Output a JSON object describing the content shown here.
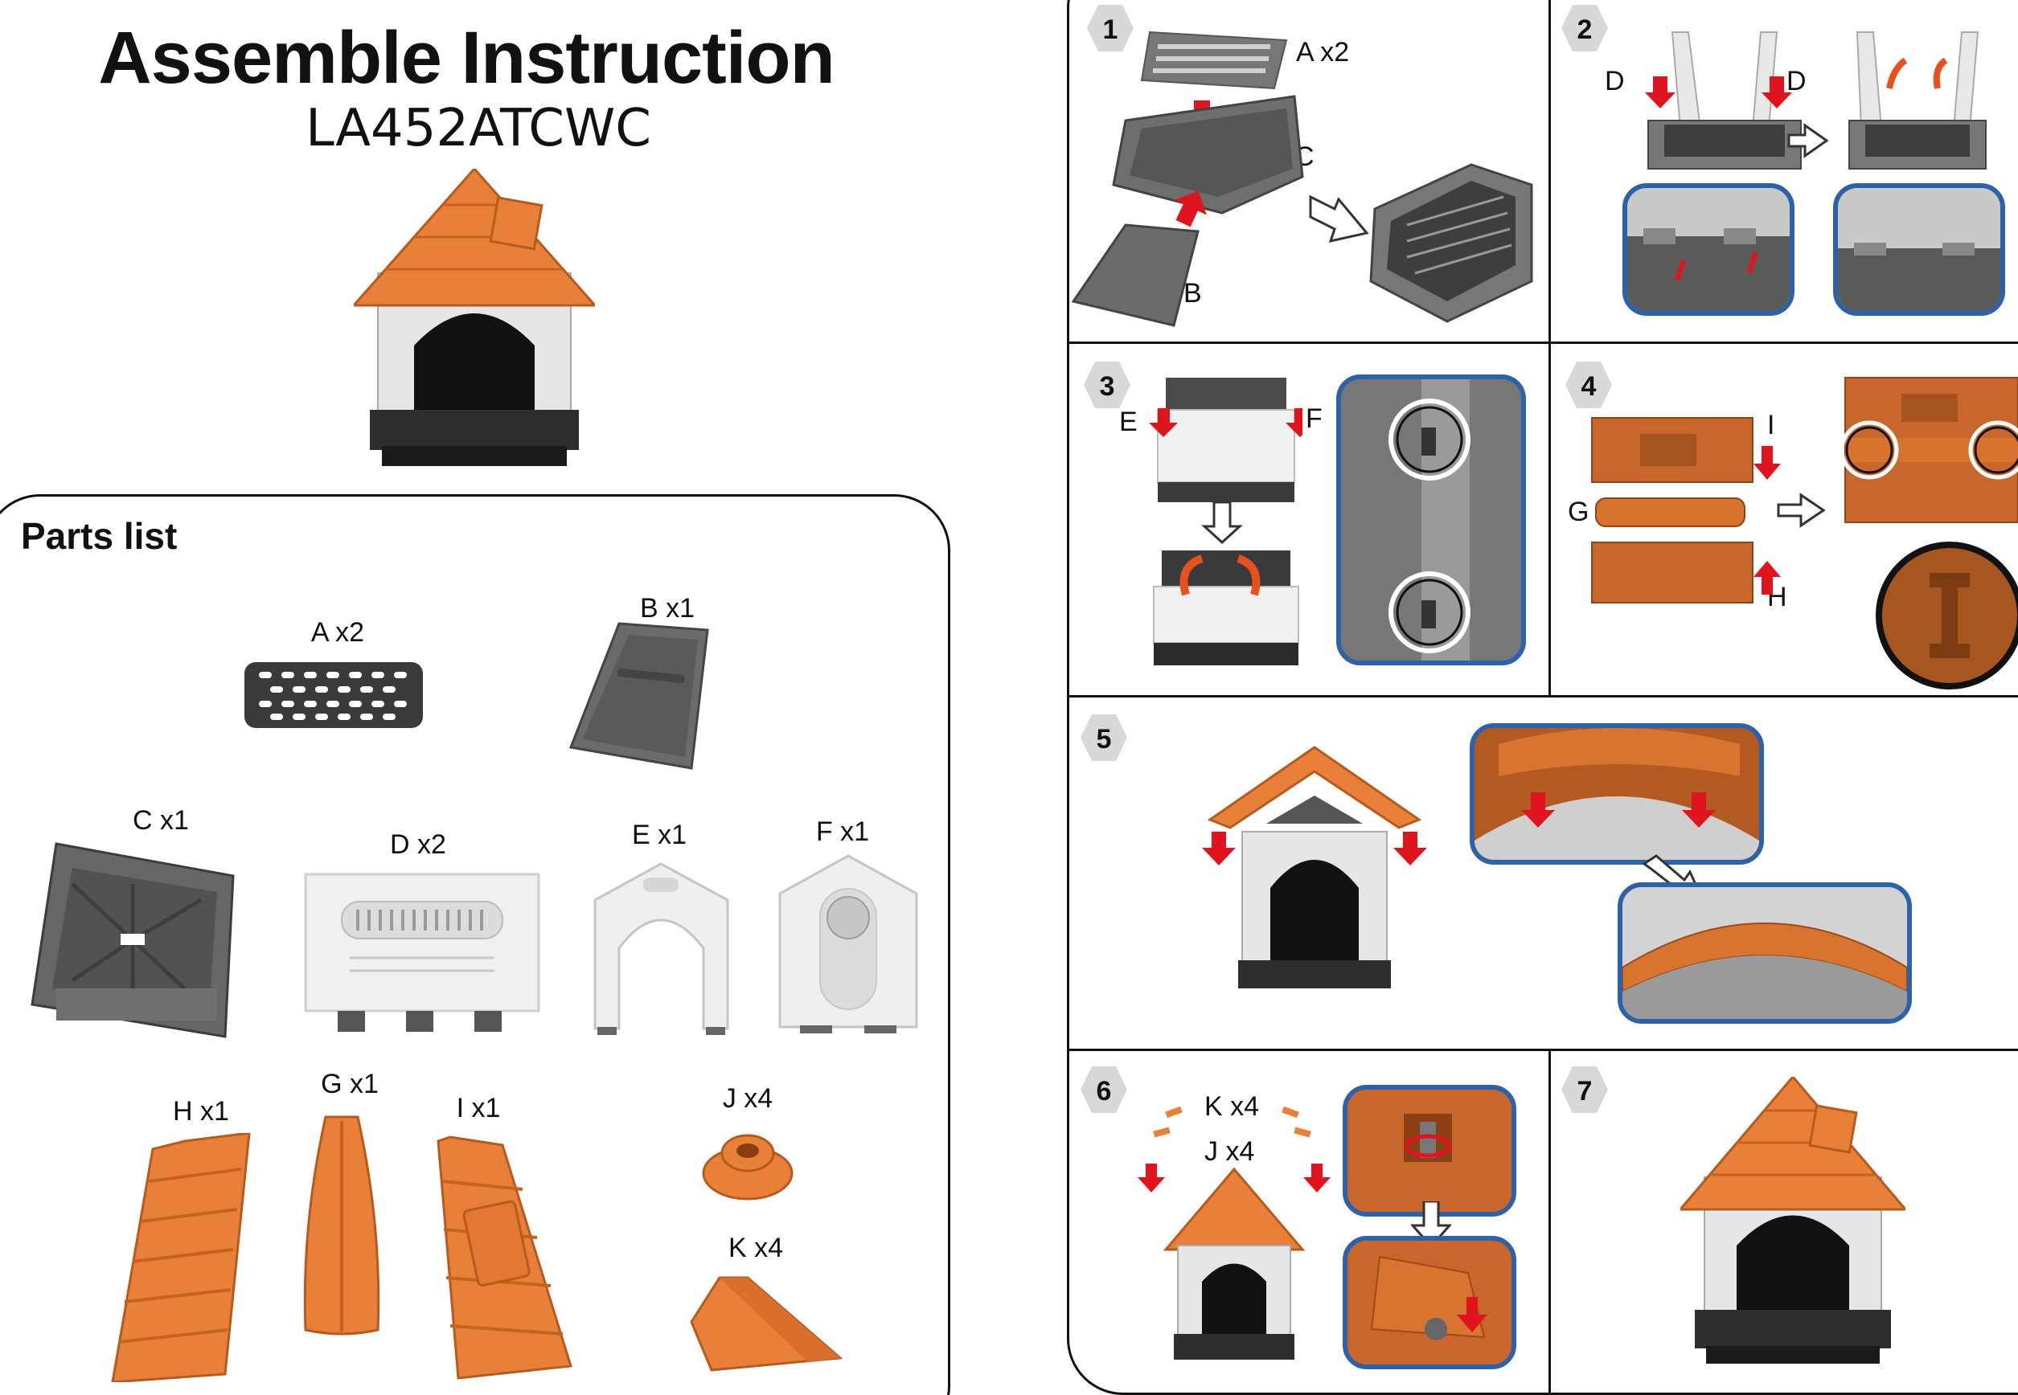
{
  "header": {
    "title": "Assemble Instruction",
    "model": "LA452ATCWC"
  },
  "parts_list": {
    "title": "Parts list",
    "parts": [
      {
        "label": "A x2"
      },
      {
        "label": "B x1"
      },
      {
        "label": "C x1"
      },
      {
        "label": "D x2"
      },
      {
        "label": "E x1"
      },
      {
        "label": "F x1"
      },
      {
        "label": "H x1"
      },
      {
        "label": "G x1"
      },
      {
        "label": "I x1"
      },
      {
        "label": "J x4"
      },
      {
        "label": "K x4"
      }
    ]
  },
  "steps": [
    {
      "number": "1",
      "callouts": [
        "A x2",
        "C",
        "B"
      ]
    },
    {
      "number": "2",
      "callouts": [
        "D",
        "D"
      ]
    },
    {
      "number": "3",
      "callouts": [
        "E",
        "F"
      ]
    },
    {
      "number": "4",
      "callouts": [
        "I",
        "G",
        "H"
      ]
    },
    {
      "number": "5",
      "callouts": []
    },
    {
      "number": "6",
      "callouts": [
        "K x4",
        "J x4"
      ]
    },
    {
      "number": "7",
      "callouts": []
    }
  ],
  "colors": {
    "roof_orange": "#e8803a",
    "wall_light": "#e6e6e6",
    "base_dark": "#333333",
    "arrow_red": "#e0141e",
    "detail_blue": "#2d62a8"
  }
}
